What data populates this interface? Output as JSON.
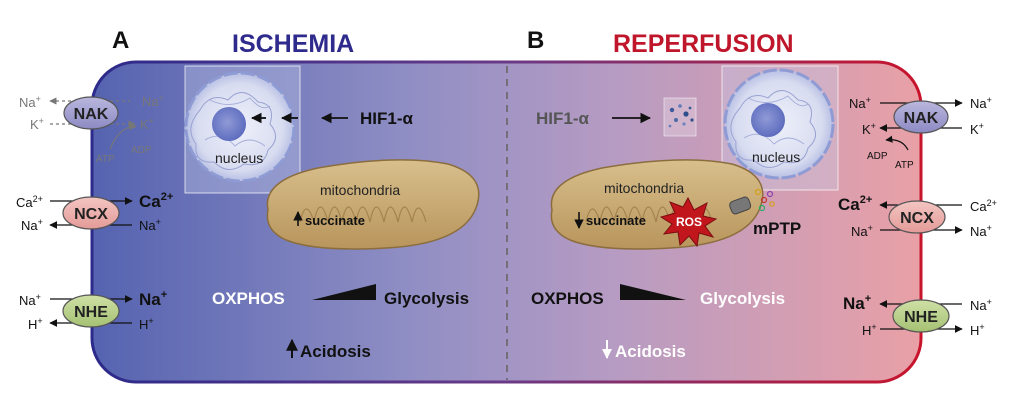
{
  "panels": {
    "a": {
      "letter": "A",
      "title": "ISCHEMIA"
    },
    "b": {
      "letter": "B",
      "title": "REPERFUSION"
    }
  },
  "ischemia": {
    "nucleus_label": "nucleus",
    "hif": "HIF1-α",
    "mito_label": "mitochondria",
    "succinate": "succinate",
    "oxphos": "OXPHOS",
    "glycolysis": "Glycolysis",
    "acidosis": "Acidosis",
    "nak": {
      "name": "NAK",
      "na_out": "Na",
      "na_in": "Na",
      "k_out": "K",
      "k_in": "K",
      "atp": "ATP",
      "adp": "ADP"
    },
    "ncx": {
      "name": "NCX",
      "ca_out": "Ca",
      "ca_in": "Ca",
      "na_out": "Na",
      "na_in": "Na",
      "ca_charge": "2+"
    },
    "nhe": {
      "name": "NHE",
      "na_out": "Na",
      "na_in": "Na",
      "h_out": "H",
      "h_in": "H"
    }
  },
  "reperfusion": {
    "nucleus_label": "nucleus",
    "hif": "HIF1-α",
    "mito_label": "mitochondria",
    "succinate": "succinate",
    "ros": "ROS",
    "mptp": "mPTP",
    "oxphos": "OXPHOS",
    "glycolysis": "Glycolysis",
    "acidosis": "Acidosis",
    "nak": {
      "name": "NAK",
      "na_in": "Na",
      "na_out": "Na",
      "k_in": "K",
      "k_out": "K",
      "atp": "ATP",
      "adp": "ADP"
    },
    "ncx": {
      "name": "NCX",
      "ca_in": "Ca",
      "ca_out": "Ca",
      "na_in": "Na",
      "na_out": "Na",
      "ca_charge": "2+"
    },
    "nhe": {
      "name": "NHE",
      "na_in": "Na",
      "na_out": "Na",
      "h_in": "H",
      "h_out": "H"
    }
  },
  "charges": {
    "plus": "+"
  },
  "colors": {
    "ischemia_dark": "#2e2b8c",
    "reperfusion_red": "#c0162c",
    "cell_left": "#5a68b4",
    "cell_right": "#e6a2a8"
  }
}
